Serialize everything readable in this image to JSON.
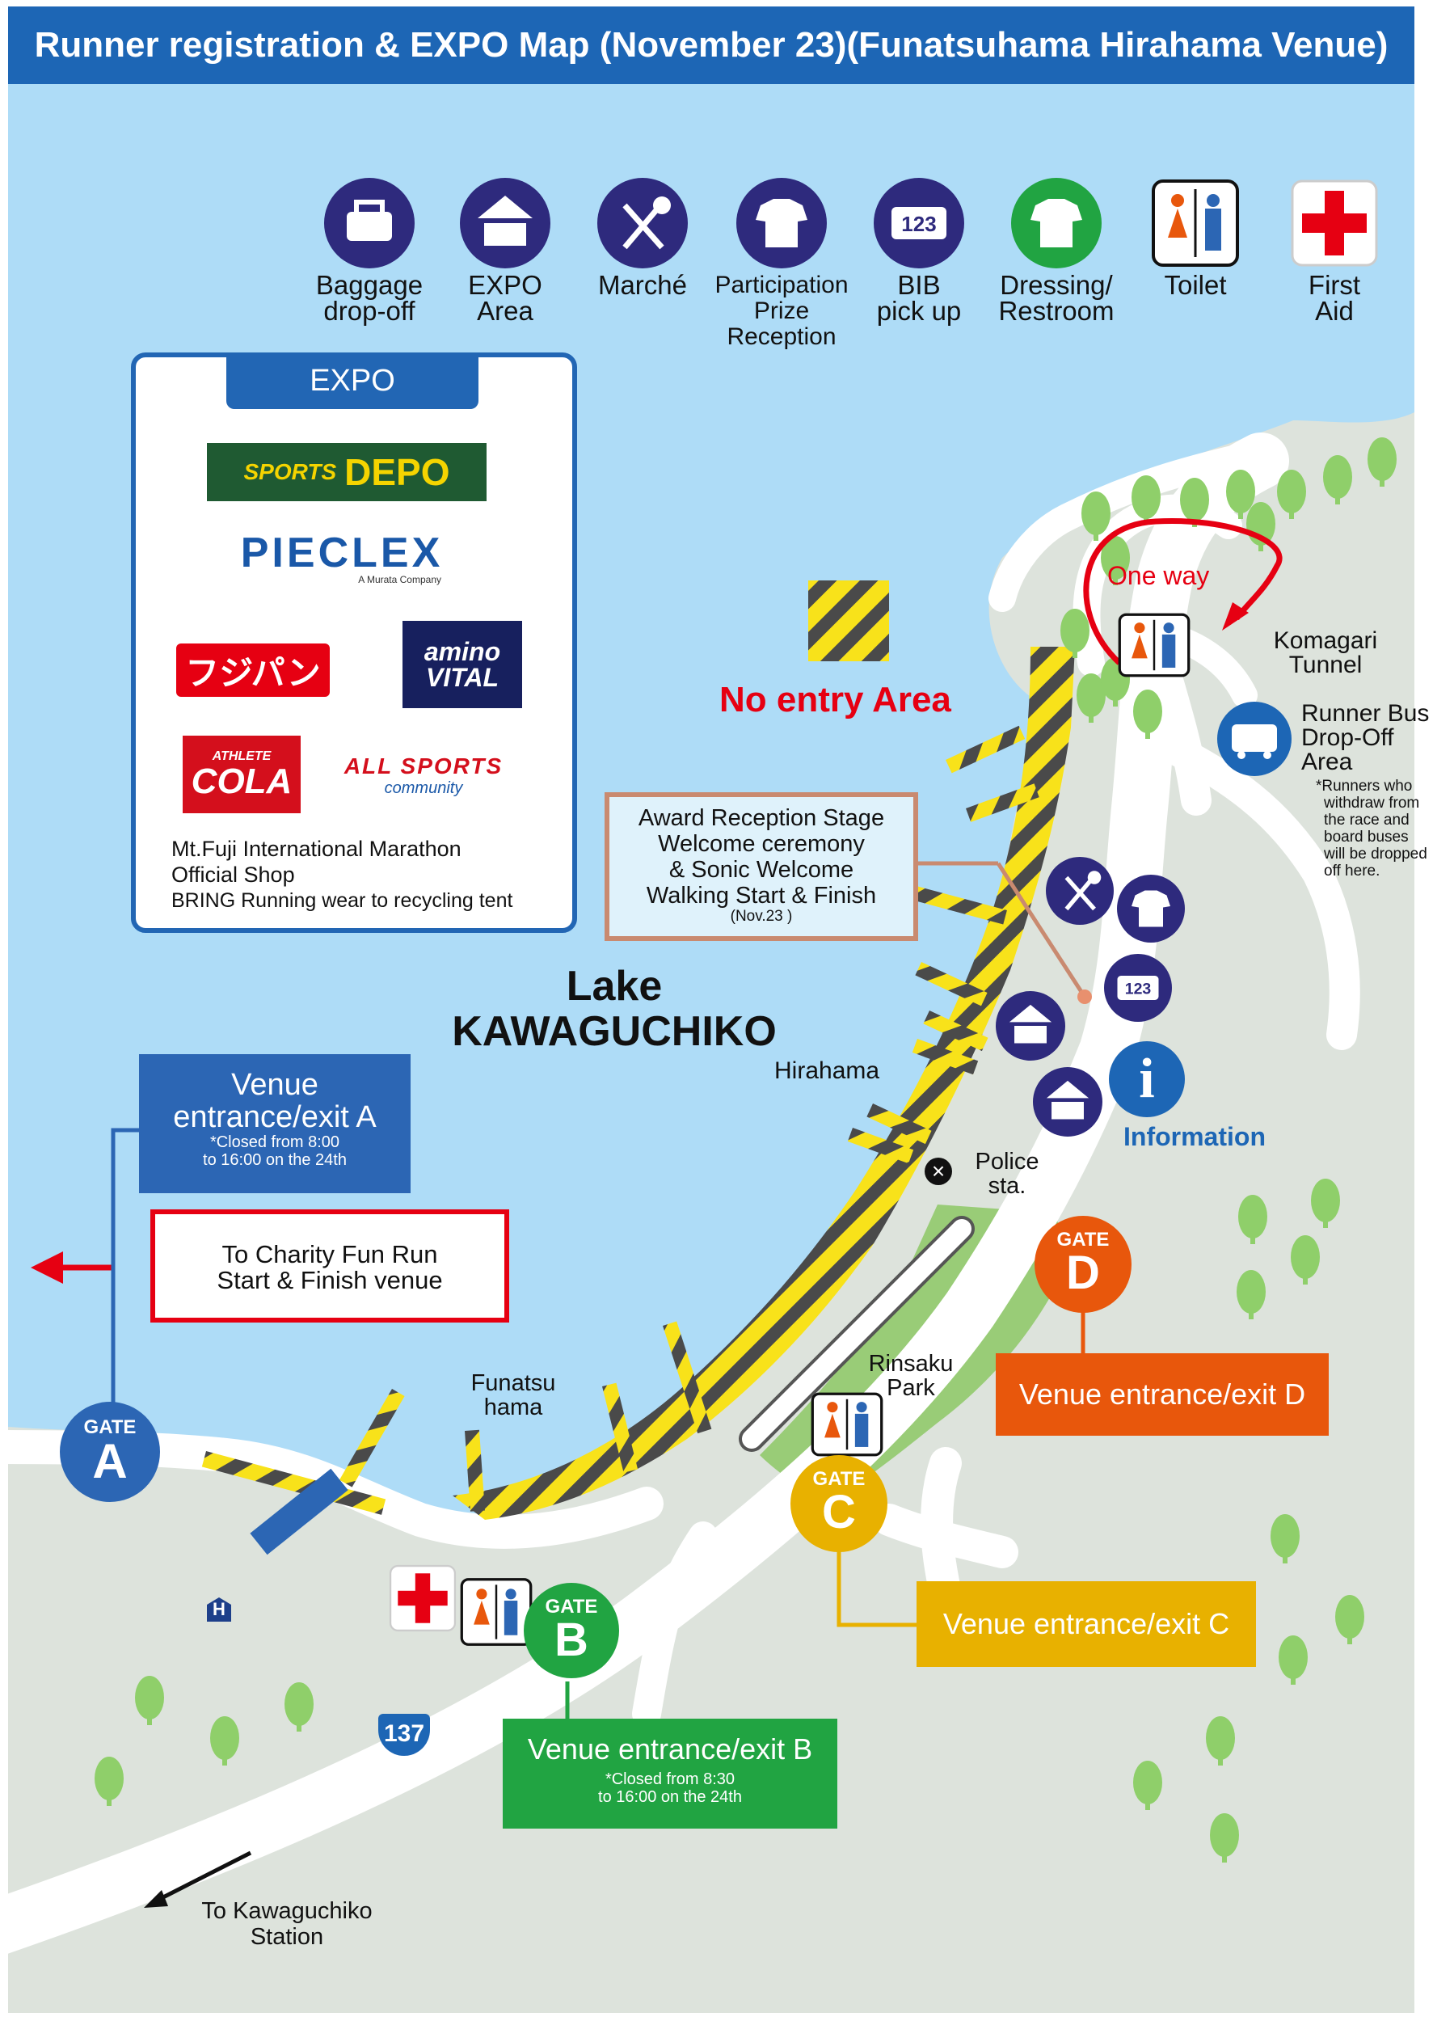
{
  "title": "Runner registration & EXPO Map (November 23)(Funatsuhama Hirahama Venue)",
  "legend": {
    "baggage": [
      "Baggage",
      "drop-off"
    ],
    "expo": [
      "EXPO",
      "Area"
    ],
    "marche": [
      "Marché"
    ],
    "prize": [
      "Participation",
      "Prize Reception"
    ],
    "bib": [
      "BIB",
      "pick up"
    ],
    "bib_icon_text": "123",
    "dressing": [
      "Dressing/",
      "Restroom"
    ],
    "toilet": [
      "Toilet"
    ],
    "firstaid": [
      "First",
      "Aid"
    ]
  },
  "expo_panel": {
    "header": "EXPO",
    "sponsors": {
      "sports_depo_a": "SPORTS",
      "sports_depo_b": "DEPO",
      "pieclex": "PIECLEX",
      "pieclex_sub": "A Murata Company",
      "fujipan": "フジパン",
      "amino_a": "amino",
      "amino_b": "VITAL",
      "cola_a": "ATHLETE",
      "cola_b": "COLA",
      "allsports_a": "ALL SPORTS",
      "allsports_b": "community"
    },
    "shop_line1": "Mt.Fuji International Marathon",
    "shop_line2": "Official Shop",
    "recycle": "BRING Running wear to recycling tent"
  },
  "labels": {
    "one_way": "One way",
    "komagari": [
      "Komagari",
      "Tunnel"
    ],
    "no_entry": "No entry Area",
    "runner_bus": [
      "Runner Bus",
      "Drop-Off",
      "Area"
    ],
    "runner_bus_note": [
      "*Runners who",
      "withdraw from",
      "the race and",
      "board buses",
      "will be dropped",
      "off here."
    ],
    "award": [
      "Award Reception Stage",
      "Welcome ceremony",
      "& Sonic Welcome",
      "Walking Start & Finish"
    ],
    "award_date": "(Nov.23 )",
    "lake": [
      "Lake",
      "KAWAGUCHIKO"
    ],
    "hirahama": "Hirahama",
    "information": "Information",
    "info_glyph": "i",
    "police": [
      "Police",
      "sta."
    ],
    "funatsu": [
      "Funatsu",
      "hama"
    ],
    "rinsaku": [
      "Rinsaku",
      "Park"
    ],
    "to_station": [
      "To Kawaguchiko",
      "Station"
    ],
    "route_137": "137",
    "hospital": "H",
    "charity": [
      "To Charity Fun Run",
      "Start & Finish venue"
    ]
  },
  "gates": {
    "a": {
      "top": "GATE",
      "letter": "A",
      "title": [
        "Venue",
        "entrance/exit A"
      ],
      "note": [
        "*Closed from 8:00",
        "to 16:00 on the 24th"
      ]
    },
    "b": {
      "top": "GATE",
      "letter": "B",
      "title": "Venue entrance/exit B",
      "note": [
        "*Closed from 8:30",
        "to 16:00 on the 24th"
      ]
    },
    "c": {
      "top": "GATE",
      "letter": "C",
      "title": "Venue entrance/exit C"
    },
    "d": {
      "top": "GATE",
      "letter": "D",
      "title": "Venue entrance/exit D"
    }
  },
  "colors": {
    "water": "#aedcf7",
    "land": "#dde3dc",
    "road": "#ffffff",
    "park": "#99cc77",
    "title_blue": "#1d66b5",
    "icon_navy": "#2e2a7d",
    "gate_a": "#2c66b4",
    "gate_b": "#21a442",
    "gate_c": "#e8b100",
    "gate_d": "#e8570c",
    "no_entry_red": "#e60012",
    "tree": "#8fcf6a",
    "hazard_yellow": "#f8e21a",
    "hazard_dark": "#4a4a4a"
  }
}
